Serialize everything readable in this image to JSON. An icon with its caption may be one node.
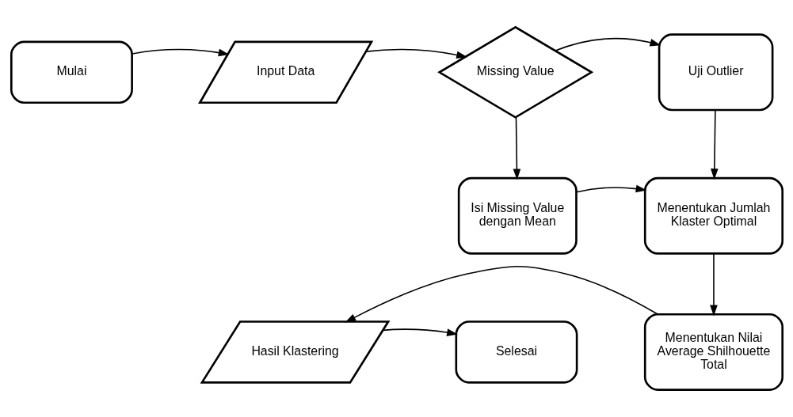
{
  "diagram": {
    "nodes": [
      {
        "text": [
          "Mulai"
        ]
      },
      {
        "text": [
          "Input Data"
        ]
      },
      {
        "text": [
          "Missing Value"
        ]
      },
      {
        "text": [
          "Uji Outlier"
        ]
      },
      {
        "text": [
          "Isi Missing Value dengan Mean"
        ]
      },
      {
        "text": [
          "Menentukan Jumlah Klaster Optimal"
        ]
      },
      {
        "text": [
          "Menentukan Nilai Average Shilhouette Total"
        ]
      },
      {
        "text": [
          "Hasil Klastering"
        ]
      },
      {
        "text": [
          "Selesai"
        ]
      }
    ],
    "edges": [
      {
        "from": 0,
        "to": 1,
        "arrow": "to"
      },
      {
        "from": 1,
        "to": 2,
        "arrow": "to"
      },
      {
        "from": 2,
        "to": 3,
        "arrow": "to"
      },
      {
        "from": 2,
        "to": 4,
        "arrow": "to"
      },
      {
        "from": 3,
        "to": 5,
        "arrow": "to"
      },
      {
        "from": 4,
        "to": 5,
        "arrow": "to"
      },
      {
        "from": 5,
        "to": 6,
        "arrow": "to"
      },
      {
        "from": 6,
        "to": 7,
        "arrow": "to"
      },
      {
        "from": 7,
        "to": 8,
        "arrow": "to"
      }
    ]
  }
}
